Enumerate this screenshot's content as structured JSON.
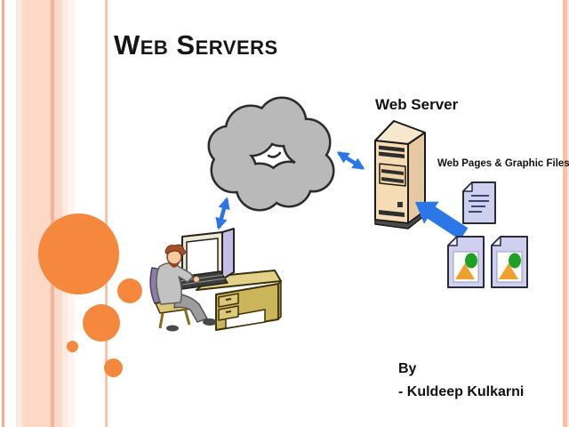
{
  "slide": {
    "title": "Web Servers",
    "byline_label": "By",
    "byline_author": "- Kuldeep Kulkarni"
  },
  "diagram": {
    "server_label": "Web Server",
    "files_label": "Web Pages & Graphic Files",
    "nodes": [
      {
        "id": "client-computer",
        "description": "person working at a desktop computer"
      },
      {
        "id": "internet-cloud",
        "description": "gray cloud representing the network"
      },
      {
        "id": "web-server",
        "description": "tan tower PC labeled Web Server"
      },
      {
        "id": "web-files",
        "description": "one text document and two image documents feeding the server"
      }
    ],
    "edges": [
      {
        "from": "client-computer",
        "to": "internet-cloud",
        "style": "double-headed-arrow",
        "color": "#2C77E8"
      },
      {
        "from": "internet-cloud",
        "to": "web-server",
        "style": "double-headed-arrow",
        "color": "#2C77E8"
      },
      {
        "from": "web-files",
        "to": "web-server",
        "style": "block-arrow",
        "color": "#2C77E8"
      }
    ]
  },
  "colors": {
    "accent_orange": "#F5883C",
    "stripe_peach": "#FCD8C6",
    "stripe_peach_dark": "#F5B298",
    "arrow_blue": "#2C77E8",
    "cloud_gray": "#B9B9B9",
    "server_front_tan": "#F6DCB4",
    "server_side_tan": "#E6C9A0",
    "document_lavender": "#CDD1EF",
    "image_green": "#1DA023",
    "image_orange": "#F0A02E",
    "desk_khaki": "#CBB55B",
    "title_text": "#15151A"
  }
}
